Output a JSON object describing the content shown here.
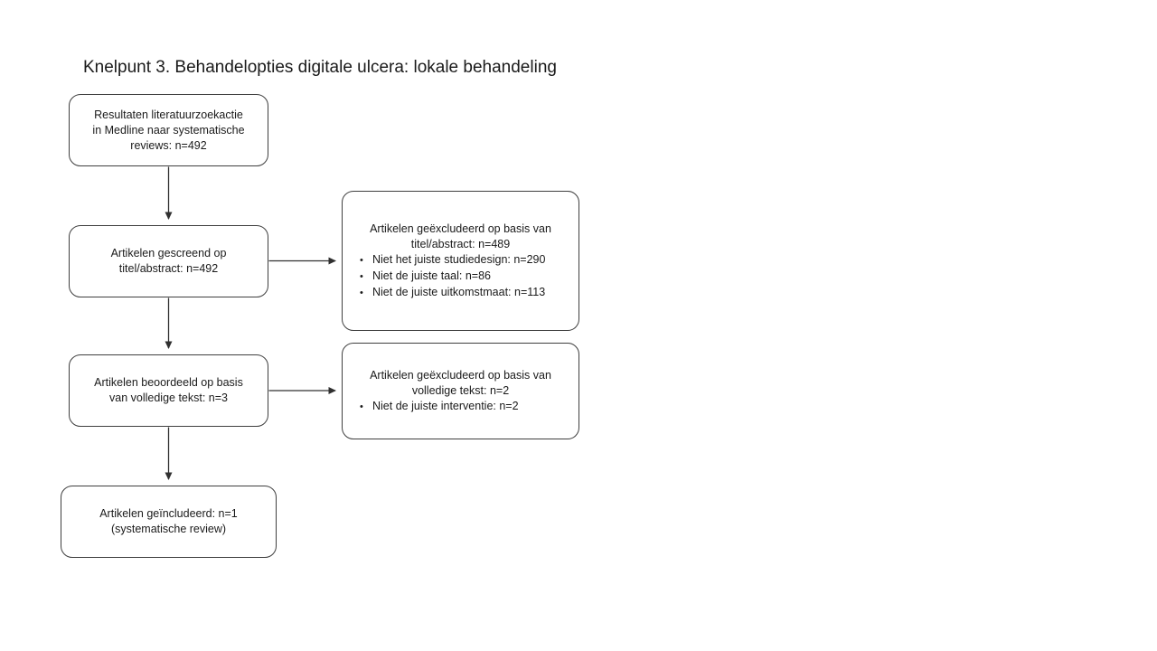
{
  "title": "Knelpunt 3. Behandelopties digitale ulcera: lokale behandeling",
  "colors": {
    "border": "#3f3f3f",
    "text": "#1a1a1a",
    "background": "#ffffff"
  },
  "flowchart": {
    "bullet_char": "•",
    "nodes": {
      "search_results": {
        "lines": [
          "Resultaten literatuurzoekactie",
          "in Medline naar systematische",
          "reviews: n=492"
        ]
      },
      "screened": {
        "lines": [
          "Artikelen gescreend op",
          "titel/abstract: n=492"
        ]
      },
      "excluded_title_abstract": {
        "heading_lines": [
          "Artikelen geëxcludeerd op basis van",
          "titel/abstract: n=489"
        ],
        "bullets": [
          "Niet het juiste studiedesign: n=290",
          "Niet de juiste taal: n=86",
          "Niet de juiste uitkomstmaat: n=113"
        ]
      },
      "fulltext_assessed": {
        "lines": [
          "Artikelen beoordeeld op basis",
          "van volledige tekst: n=3"
        ]
      },
      "excluded_fulltext": {
        "heading_lines": [
          "Artikelen geëxcludeerd op basis van",
          "volledige tekst: n=2"
        ],
        "bullets": [
          "Niet de juiste interventie: n=2"
        ]
      },
      "included": {
        "lines": [
          "Artikelen geïncludeerd: n=1",
          "(systematische review)"
        ]
      }
    }
  }
}
